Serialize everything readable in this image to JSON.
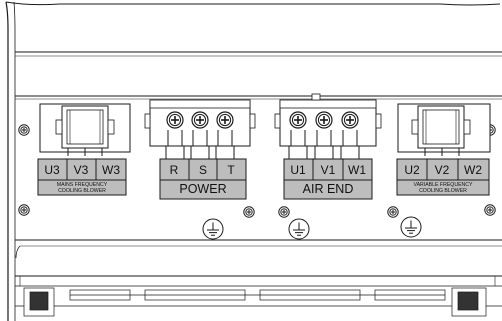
{
  "blocks": [
    {
      "id": "mains-frequency-cooling-blower",
      "terminals": [
        "U3",
        "V3",
        "W3"
      ],
      "caption": [
        "MAINS FREQUENCY",
        "COOLING BLOWER"
      ],
      "title": ""
    },
    {
      "id": "power",
      "terminals": [
        "R",
        "S",
        "T"
      ],
      "caption": [],
      "title": "POWER"
    },
    {
      "id": "air-end",
      "terminals": [
        "U1",
        "V1",
        "W1"
      ],
      "caption": [],
      "title": "AIR END"
    },
    {
      "id": "variable-frequency-cooling-blower",
      "terminals": [
        "U2",
        "V2",
        "W2"
      ],
      "caption": [
        "VARIABLE FREQUENCY",
        "COOLING BLOWER"
      ],
      "title": ""
    }
  ],
  "icons": {
    "ground": "protective-earth-ground-symbol",
    "screw": "panel-screw",
    "connector": "screw-terminal-block",
    "plug": "plug-connector"
  },
  "colors": {
    "label_fill": "#bdbdbd",
    "line": "#1a1a1a",
    "background": "#ffffff"
  }
}
